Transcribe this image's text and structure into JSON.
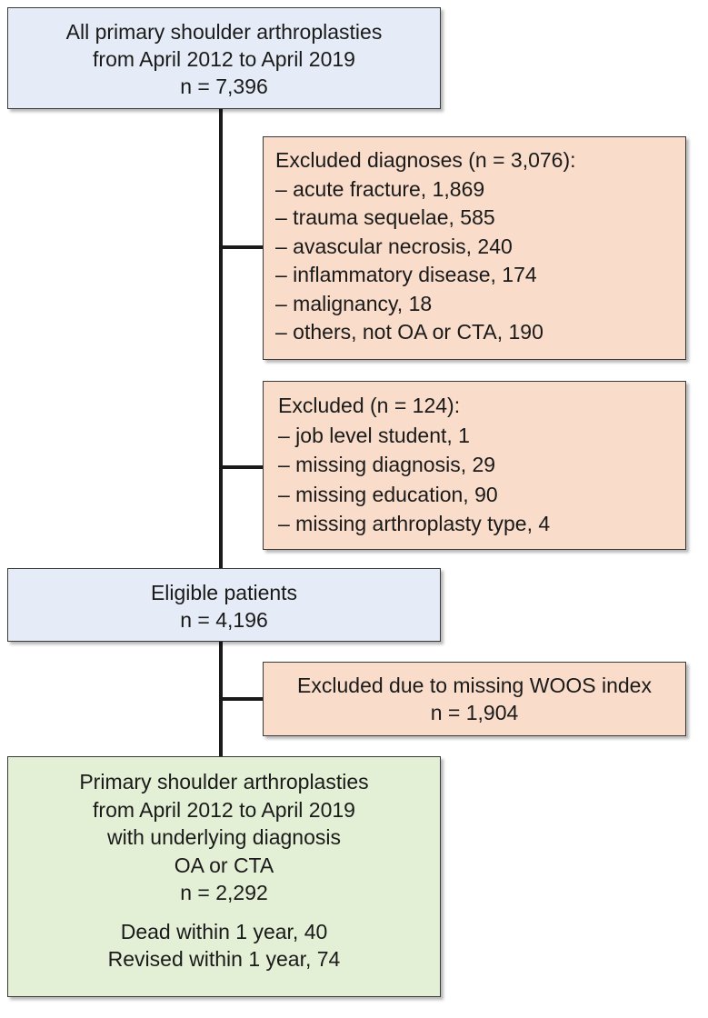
{
  "box_start": {
    "lines": [
      "All primary shoulder arthroplasties",
      "from April 2012 to April 2019",
      "n = 7,396"
    ]
  },
  "box_excl_diag": {
    "lines": [
      "Excluded diagnoses (n = 3,076):",
      "– acute fracture, 1,869",
      "– trauma sequelae, 585",
      "– avascular necrosis, 240",
      "– inflammatory disease, 174",
      "– malignancy, 18",
      "– others, not OA or CTA, 190"
    ]
  },
  "box_excl_other": {
    "lines": [
      "Excluded (n = 124):",
      "– job level student, 1",
      "– missing diagnosis, 29",
      "– missing education, 90",
      "– missing arthroplasty type, 4"
    ]
  },
  "box_eligible": {
    "lines": [
      "Eligible patients",
      "n = 4,196"
    ]
  },
  "box_excl_woos": {
    "lines": [
      "Excluded due to missing WOOS index",
      "n = 1,904"
    ]
  },
  "box_final": {
    "lines": [
      "Primary shoulder arthroplasties",
      "from April 2012 to April 2019",
      "with underlying diagnosis",
      "OA or CTA",
      "n = 2,292"
    ],
    "outcomes": [
      "Dead within 1 year, 40",
      "Revised within 1 year, 74"
    ]
  }
}
